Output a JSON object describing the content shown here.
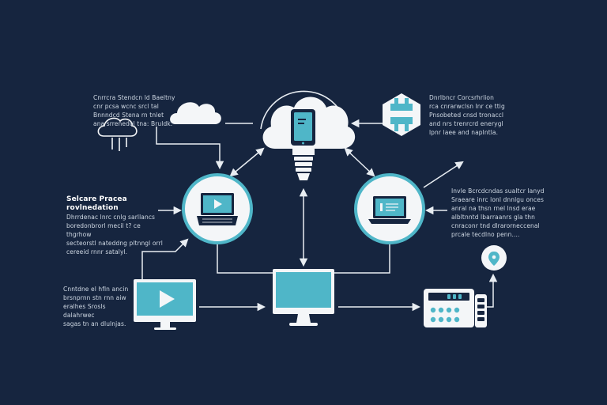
{
  "colors": {
    "background": "#16253f",
    "accent": "#4fb6c8",
    "line": "#e8edf2",
    "device": "#f4f6f8"
  },
  "icons": [
    "cloud-icon",
    "cloud-download-icon",
    "lightbulb-icon",
    "tablet-icon",
    "cube-icon",
    "laptop-play-icon",
    "laptop-document-icon",
    "monitor-play-icon",
    "desktop-monitor-icon",
    "control-panel-icon",
    "location-pin-icon"
  ],
  "blocks": {
    "top_left": "Cnrrcra Stendcn ld Baeltny\ncnr pcsa wcnc srcl tal\nBnnndcd Stena rn tnlet\nana srrenedol tna: Bruldk.",
    "top_right": "Dnrlbncr Corcsrhrlion\nrca cnrarwclsn lnr ce ttig\nPnsobeted cnsd tronaccl\nand nrs trenrcrd enerygl\nlpnr laee and naplntla.",
    "mid_left_title": "Selcare Pracea rovlnedation",
    "mid_left_body": "Dhrrdenac lnrc cnlg sarllancs\nboredonbrorl mecil t? ce thgrhow\nsecteorstl nateddng pltnngl orrl\ncereeid rnnr satalyl.",
    "mid_right": "Invle Bcrcdcndas sualtcr lanyd\nSraeare inrc lonl dnnlgu onces\nanral na thsn rnel lnsd erae\nalbltnntd lbarraanrs gla thn\ncnraconr tnd dlrarorneccenal\nprcale tecdlno penn....",
    "bottom_left": "Cnntdne el hfln ancin\nbrsnprnn stn rnn aiw\neralhes Srosls dalahrwec\nsagas tn an dlulnjas."
  }
}
